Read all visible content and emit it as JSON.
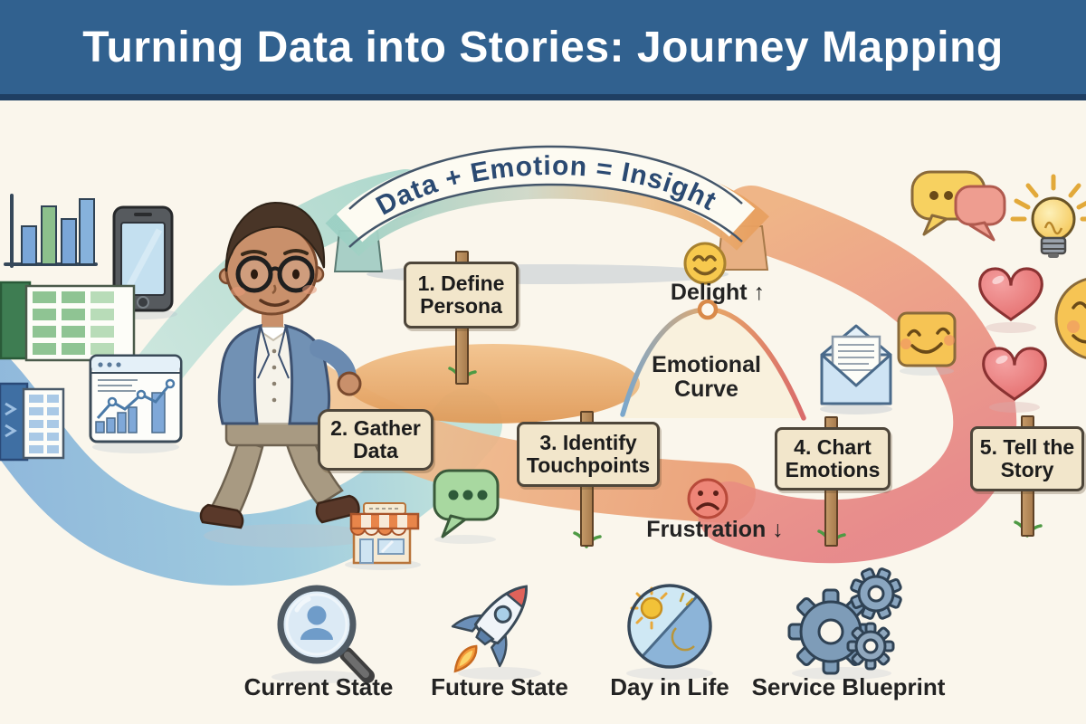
{
  "header": {
    "title": "Turning Data into Stories: Journey Mapping"
  },
  "banner": {
    "text": "Data + Emotion = Insight"
  },
  "steps": [
    {
      "label": "1. Define Persona"
    },
    {
      "label": "2. Gather Data"
    },
    {
      "label": "3. Identify Touchpoints"
    },
    {
      "label": "4. Chart Emotions"
    },
    {
      "label": "5. Tell the Story"
    }
  ],
  "emotions": {
    "delight": "Delight ↑",
    "curve": "Emotional Curve",
    "frustration": "Frustration ↓"
  },
  "legend": [
    {
      "icon": "magnifier-user-icon",
      "label": "Current State"
    },
    {
      "icon": "rocket-icon",
      "label": "Future State"
    },
    {
      "icon": "day-night-icon",
      "label": "Day in Life"
    },
    {
      "icon": "gears-icon",
      "label": "Service Blueprint"
    }
  ],
  "scene_icons": [
    "bar-chart-icon",
    "smartphone-icon",
    "spreadsheet-green-icon",
    "spreadsheet-blue-icon",
    "analytics-dashboard-icon",
    "walking-person-illustration",
    "store-icon",
    "chat-bubble-green-icon",
    "chat-bubbles-icon",
    "lightbulb-icon",
    "heart-icon",
    "smiley-square-icon",
    "smiley-round-icon",
    "envelope-icon",
    "smiley-delight-icon",
    "sad-face-icon",
    "emotional-curve-line",
    "bridge-banner"
  ],
  "colors": {
    "header_bg": "#31618F",
    "header_border": "#1F3F63",
    "background": "#FAF6EC",
    "sign_bg": "#F2E6CB",
    "path_blue": "#7CACD8",
    "path_teal": "#9ED2C6",
    "path_orange": "#EA9C72",
    "path_red": "#E57F7F",
    "banner_text": "#2B4A72",
    "heart_red": "#E26666",
    "smiley_yellow": "#F6C454"
  }
}
